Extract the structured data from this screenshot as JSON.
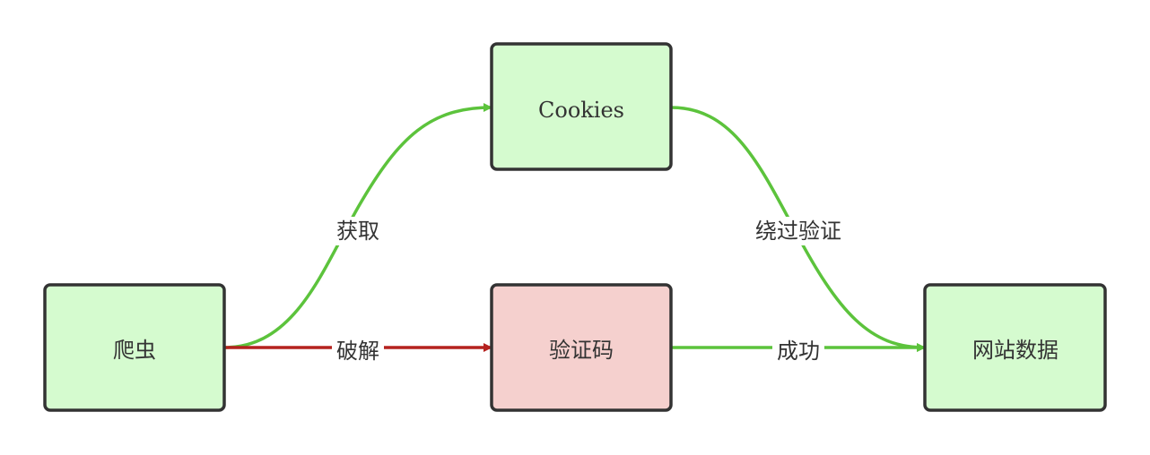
{
  "colors": {
    "node_default_fill": "#d5fbcf",
    "node_error_fill": "#f5d0ce",
    "node_border": "#333333",
    "edge_success": "#5cc33c",
    "edge_fail": "#b5221f",
    "text": "#333333"
  },
  "nodes": [
    {
      "id": "crawler",
      "label": "爬虫",
      "style": "default"
    },
    {
      "id": "cookies",
      "label": "Cookies",
      "style": "default"
    },
    {
      "id": "captcha",
      "label": "验证码",
      "style": "error"
    },
    {
      "id": "website",
      "label": "网站数据",
      "style": "default"
    }
  ],
  "edges": [
    {
      "id": "get",
      "from": "crawler",
      "to": "cookies",
      "label": "获取",
      "color": "success"
    },
    {
      "id": "bypass",
      "from": "cookies",
      "to": "website",
      "label": "绕过验证",
      "color": "success"
    },
    {
      "id": "crack",
      "from": "crawler",
      "to": "captcha",
      "label": "破解",
      "color": "fail"
    },
    {
      "id": "success",
      "from": "captcha",
      "to": "website",
      "label": "成功",
      "color": "success"
    }
  ]
}
